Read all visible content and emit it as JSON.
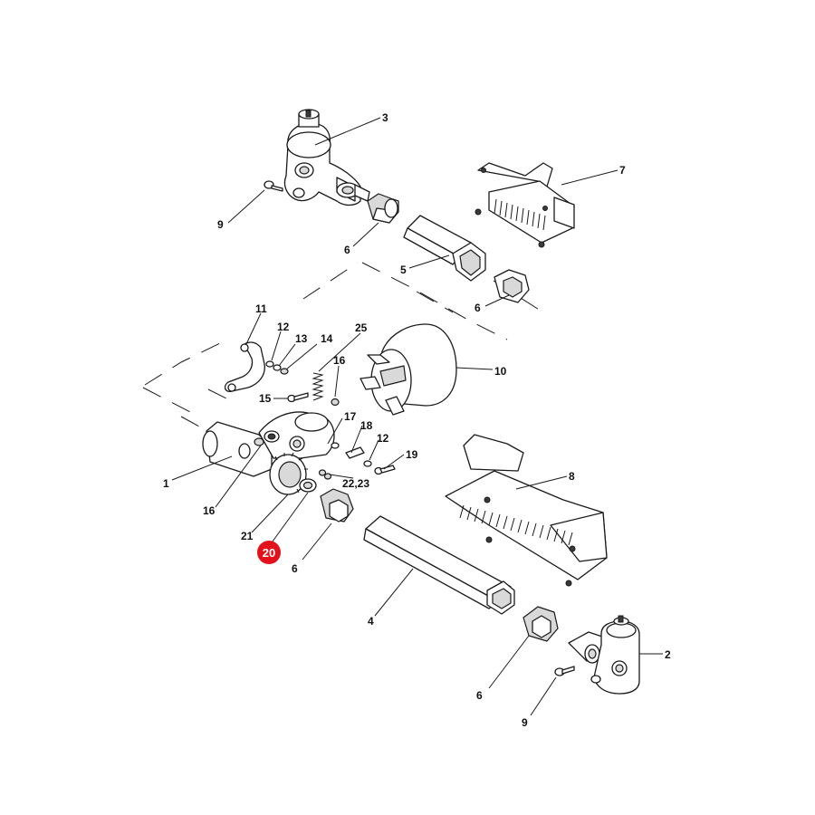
{
  "diagram": {
    "highlight_color": "#e3111b",
    "highlighted_callout": "20",
    "callouts": {
      "c3": "3",
      "c7": "7",
      "c9a": "9",
      "c6a": "6",
      "c5": "5",
      "c6b": "6",
      "c11": "11",
      "c12a": "12",
      "c13": "13",
      "c14": "14",
      "c25": "25",
      "c16a": "16",
      "c10": "10",
      "c15": "15",
      "c17": "17",
      "c18": "18",
      "c12b": "12",
      "c19": "19",
      "c1": "1",
      "c2223": "22,23",
      "c8": "8",
      "c16b": "16",
      "c21": "21",
      "c20": "20",
      "c6c": "6",
      "c4": "4",
      "c2": "2",
      "c6d": "6",
      "c9b": "9"
    }
  }
}
